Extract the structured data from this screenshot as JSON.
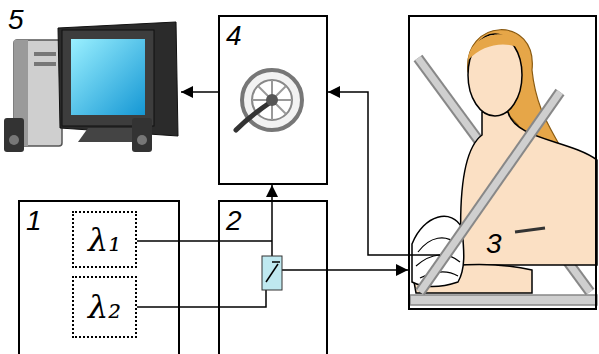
{
  "diagram": {
    "nodes": [
      {
        "text": [
          "1"
        ]
      },
      {
        "text": [
          "λ₁"
        ],
        "in": 0
      },
      {
        "text": [
          "λ₂"
        ],
        "in": 0
      },
      {
        "text": [
          "2"
        ]
      },
      {
        "text": [
          "3"
        ]
      },
      {
        "text": [
          "4"
        ]
      },
      {
        "text": [
          "5"
        ]
      }
    ],
    "edges": [
      {
        "from": 1,
        "to": 3,
        "arrow": "none"
      },
      {
        "from": 2,
        "to": 3,
        "arrow": "none"
      },
      {
        "from": 3,
        "to": 5,
        "arrow": "to"
      },
      {
        "from": 3,
        "to": 4,
        "arrow": "to"
      },
      {
        "from": 4,
        "to": 5,
        "arrow": "to"
      },
      {
        "from": 5,
        "to": 6,
        "arrow": "to"
      }
    ]
  }
}
